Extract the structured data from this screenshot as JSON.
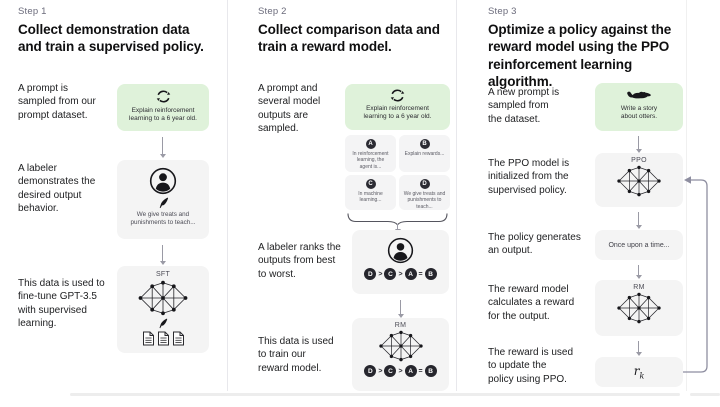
{
  "colors": {
    "green_box": "#dff2da",
    "gray_box": "#f4f4f4",
    "ink": "#17171b",
    "muted": "#6b6b7b",
    "arrow": "#9a9aa5"
  },
  "steps": [
    {
      "label": "Step 1",
      "heading": "Collect demonstration data\nand train a supervised policy.",
      "captions": {
        "prompt": "A prompt is\nsampled from our\nprompt dataset.",
        "labeler": "A labeler\ndemonstrates the\ndesired output\nbehavior.",
        "finetune": "This data is used to\nfine-tune GPT-3.5\nwith supervised\nlearning."
      },
      "prompt_box": {
        "icon": "cycle-icon",
        "text": "Explain reinforcement\nlearning to a 6 year old."
      },
      "labeler_box": {
        "icons": [
          "person-icon",
          "quill-icon"
        ],
        "text": "We give treats and\npunishments to teach..."
      },
      "sft_box": {
        "label": "SFT",
        "icons": [
          "neural-net-icon",
          "quill-icon",
          "documents-icon"
        ]
      }
    },
    {
      "label": "Step 2",
      "heading": "Collect comparison data and\ntrain a reward model.",
      "captions": {
        "sampled": "A prompt and\nseveral model\noutputs are\nsampled.",
        "ranks": "A labeler ranks the\noutputs from best\nto worst.",
        "train": "This data is used\nto train our\nreward model."
      },
      "prompt_box": {
        "icon": "cycle-icon",
        "text": "Explain reinforcement\nlearning to a 6 year old."
      },
      "outputs": [
        {
          "id": "A",
          "text": "In reinforcement\nlearning, the\nagent is..."
        },
        {
          "id": "B",
          "text": "Explain rewards..."
        },
        {
          "id": "C",
          "text": "In machine\nlearning..."
        },
        {
          "id": "D",
          "text": "We give treats and\npunishments to\nteach..."
        }
      ],
      "ranking": {
        "letters": [
          "D",
          "C",
          "A",
          "B"
        ],
        "separators": [
          ">",
          ">",
          "="
        ]
      },
      "labeler_box": {
        "icon": "person-icon"
      },
      "rm_box": {
        "label": "RM",
        "icon": "neural-net-icon"
      }
    },
    {
      "label": "Step 3",
      "heading": "Optimize a policy against the\nreward model using the PPO\nreinforcement learning algorithm.",
      "captions": {
        "new_prompt": "A new prompt is\nsampled from\nthe dataset.",
        "ppo_init": "The PPO model is\ninitialized from the\nsupervised policy.",
        "generates": "The policy generates\nan output.",
        "reward_calc": "The reward model\ncalculates a reward\nfor the output.",
        "update": "The reward is used\nto update the\npolicy using PPO."
      },
      "prompt_box": {
        "icon": "otter-icon",
        "text": "Write a story\nabout otters."
      },
      "ppo_box": {
        "label": "PPO",
        "icon": "neural-net-icon"
      },
      "output_box": {
        "text": "Once upon a time..."
      },
      "rm_box": {
        "label": "RM",
        "icon": "neural-net-icon"
      },
      "reward_box": {
        "text_main": "r",
        "text_sub": "k"
      }
    }
  ]
}
